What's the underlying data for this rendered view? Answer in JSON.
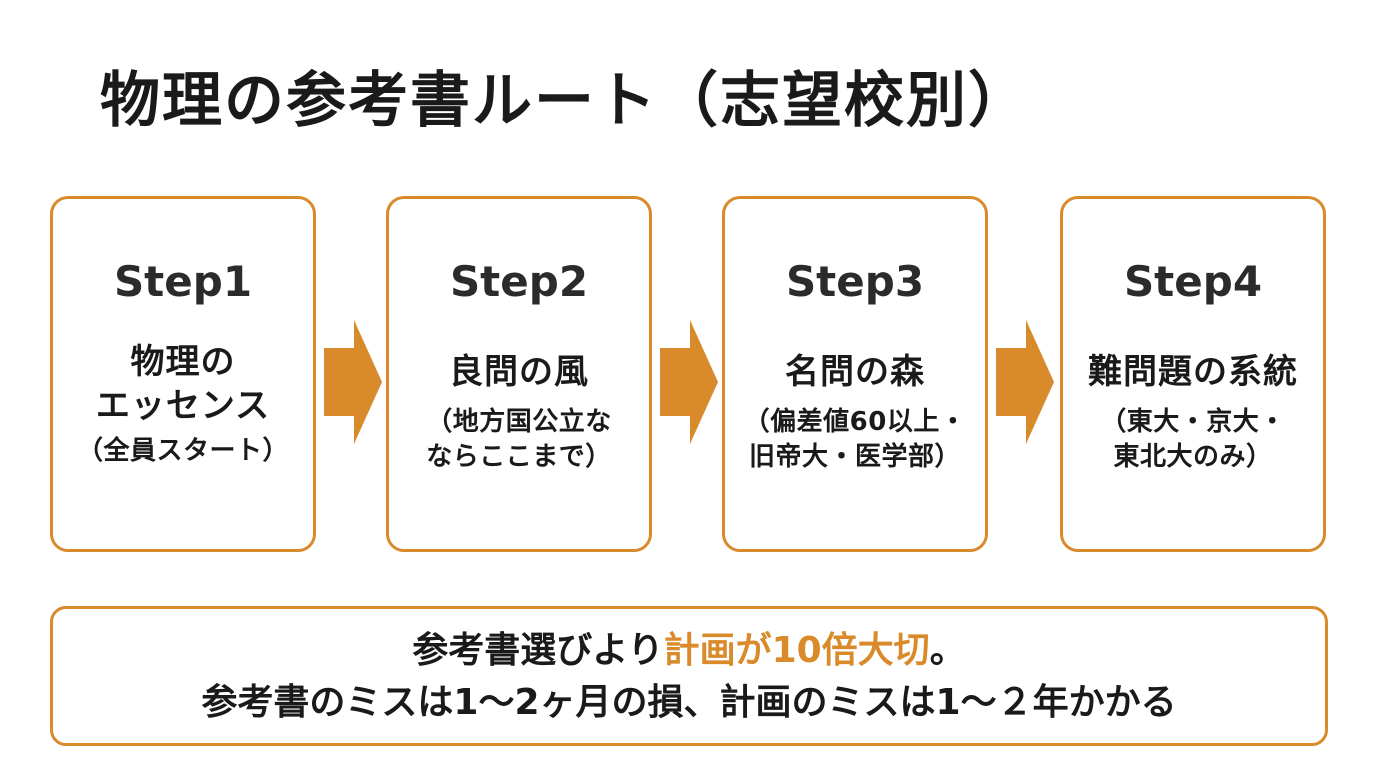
{
  "title": "物理の参考書ルート（志望校別）",
  "colors": {
    "accent": "#d98a2b",
    "text": "#1a1a1a",
    "background": "#ffffff"
  },
  "steps": [
    {
      "label": "Step1",
      "name_lines": [
        "物理の",
        "エッセンス"
      ],
      "note_lines": [
        "（全員スタート）"
      ]
    },
    {
      "label": "Step2",
      "name_lines": [
        "良問の風"
      ],
      "note_lines": [
        "（地方国公立な",
        "ならここまで）"
      ]
    },
    {
      "label": "Step3",
      "name_lines": [
        "名問の森"
      ],
      "note_lines": [
        "（偏差値60以上・",
        "旧帝大・医学部）"
      ]
    },
    {
      "label": "Step4",
      "name_lines": [
        "難問題の系統"
      ],
      "note_lines": [
        "（東大・京大・",
        "東北大のみ）"
      ]
    }
  ],
  "arrows": {
    "icon": "right-arrow-icon"
  },
  "message": {
    "line1_prefix": "参考書選びより",
    "line1_highlight": "計画が10倍大切",
    "line1_suffix": "。",
    "line2": "参考書のミスは1～2ヶ月の損、計画のミスは1～２年かかる"
  }
}
